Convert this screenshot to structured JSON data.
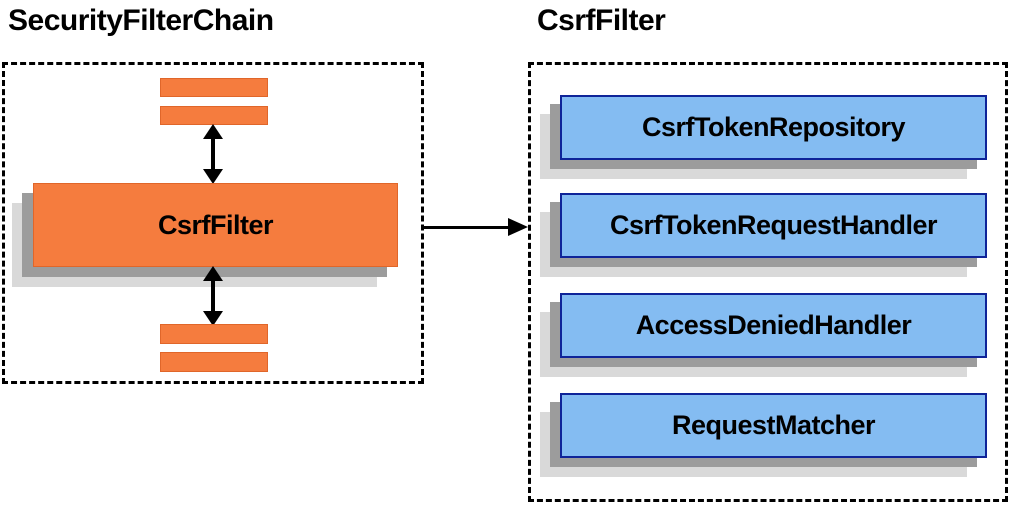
{
  "left_panel": {
    "title": "SecurityFilterChain",
    "filter_node_label": "CsrfFilter"
  },
  "right_panel": {
    "title": "CsrfFilter",
    "components": [
      "CsrfTokenRepository",
      "CsrfTokenRequestHandler",
      "AccessDeniedHandler",
      "RequestMatcher"
    ]
  },
  "colors": {
    "orange_fill": "#f57c3e",
    "orange_border": "#e0662a",
    "blue_fill": "#84bcf2",
    "blue_border": "#0f2499",
    "shadow_dark": "#9c9c9c",
    "shadow_light": "#d9d9d9",
    "arrow": "#000000"
  }
}
